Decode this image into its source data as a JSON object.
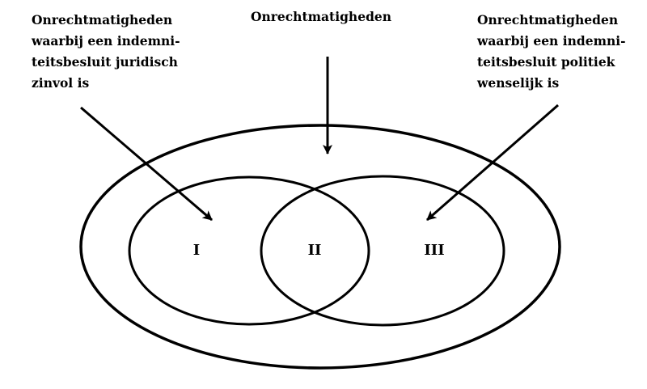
{
  "labels": {
    "left": [
      "Onrechtmatigheden",
      "waarbij een indemni-",
      "teitsbesluit juridisch",
      "zinvol is"
    ],
    "top": "Onrechtmatigheden",
    "right": [
      "Onrechtmatigheden",
      "waarbij een indemni-",
      "teitsbesluit politiek",
      "wenselijk is"
    ]
  },
  "regions": {
    "one": "I",
    "two": "II",
    "three": "III"
  },
  "colors": {
    "stroke": "#000000",
    "background": "#ffffff"
  }
}
